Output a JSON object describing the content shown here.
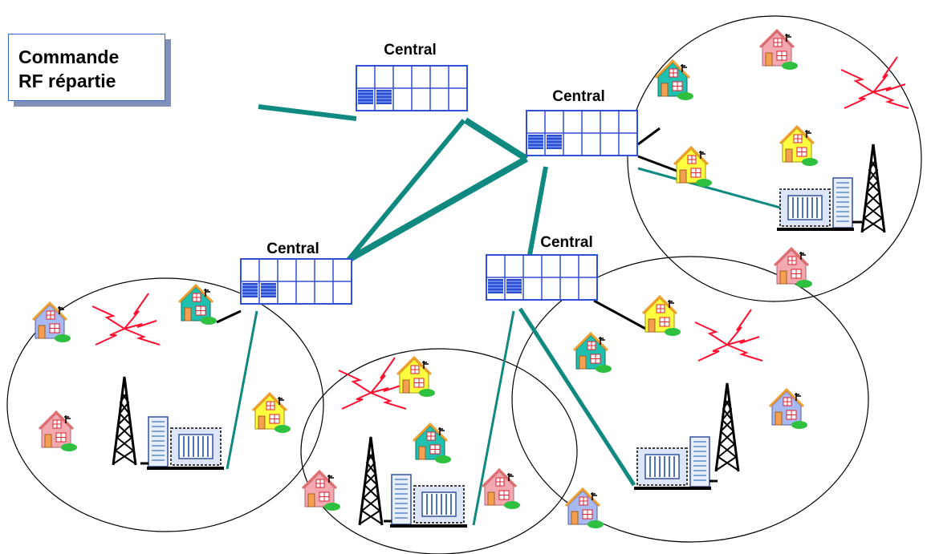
{
  "title_box": {
    "line1": "Commande",
    "line2": "RF répartie"
  },
  "central_label": "Central",
  "colors": {
    "link": "#108a80",
    "cell_border": "#3050d8",
    "cell_fill": "#e8f0ff",
    "cell_dark": "#2a4cd0",
    "tower": "#000000",
    "lightning": "#ff1030",
    "building_blue": "#7da3d8",
    "house_pink": "#f4a8b0",
    "house_yellow": "#ffff40",
    "house_teal": "#20c0b0",
    "house_blue": "#a8b8f0",
    "roof_orange": "#f4a050",
    "grass": "#30c040"
  }
}
